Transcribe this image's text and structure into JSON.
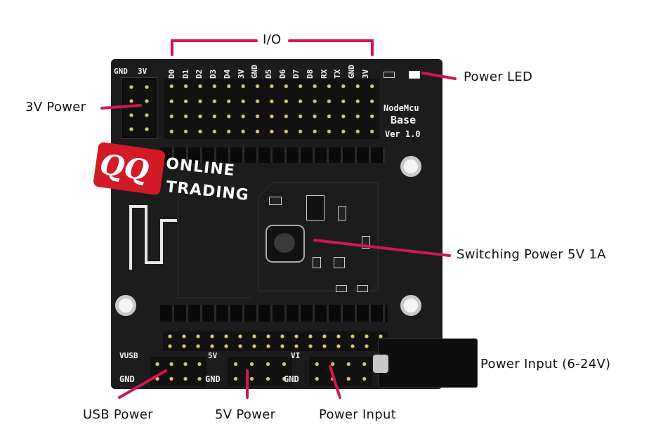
{
  "callouts": {
    "io": "I/O",
    "power_3v": "3V Power",
    "power_led": "Power LED",
    "switching_power": "Switching Power 5V 1A",
    "power_input_jack": "Power Input (6-24V)",
    "usb_power": "USB Power",
    "five_v_power": "5V Power",
    "power_input": "Power Input"
  },
  "silkscreen": {
    "gnd_top": "GND",
    "three_v_top": "3V",
    "io_pins": [
      "D0",
      "D1",
      "D2",
      "D3",
      "D4",
      "3V",
      "GND",
      "D5",
      "D6",
      "D7",
      "D8",
      "RX",
      "TX",
      "GND",
      "3V"
    ],
    "board_name_1": "NodeMcu",
    "board_name_2": "Base",
    "version": "Ver 1.0",
    "vusb": "VUSB",
    "five_v": "5V",
    "vi": "VI",
    "gnd_bottom_1": "GND",
    "gnd_bottom_2": "GND",
    "gnd_bottom_3": "GND"
  },
  "watermark": {
    "badge": "QQ",
    "line1": "ONLINE",
    "line2": "TRADING"
  },
  "colors": {
    "callout_line": "#d3174e",
    "badge": "#d31b27",
    "board": "#1c1c1c"
  }
}
